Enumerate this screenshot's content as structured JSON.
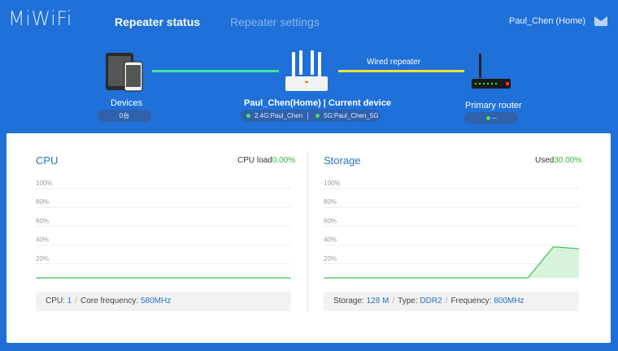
{
  "header": {
    "logo": "MiWiFi",
    "tabs": [
      {
        "label": "Repeater status",
        "active": true
      },
      {
        "label": "Repeater settings",
        "active": false
      }
    ],
    "user": "Paul_Chen (Home)",
    "mail_icon": "mail-icon"
  },
  "topology": {
    "devices": {
      "label": "Devices",
      "count": "0台"
    },
    "current": {
      "label": "Paul_Chen(Home) | Current device",
      "ssid_24": "2.4G:Paul_Chen",
      "ssid_5": "5G:Paul_Chen_5G"
    },
    "link_label": "Wired repeater",
    "primary": {
      "label": "Primary router"
    },
    "colors": {
      "link_green": "#3fe69c",
      "link_yellow": "#f4e03a",
      "status_dot": "#46e26a"
    }
  },
  "cpu": {
    "title": "CPU",
    "load_label": "CPU load",
    "load_value": "0.00%",
    "y_ticks": [
      "100%",
      "80%",
      "60%",
      "40%",
      "20%"
    ],
    "info": {
      "cpu_label": "CPU: ",
      "cpu_value": "1",
      "freq_label": "Core frequency: ",
      "freq_value": "580MHz"
    }
  },
  "storage": {
    "title": "Storage",
    "used_label": "Used",
    "used_value": "30.00%",
    "y_ticks": [
      "100%",
      "80%",
      "60%",
      "40%",
      "20%"
    ],
    "info": {
      "storage_label": "Storage: ",
      "storage_value": "128 M",
      "type_label": "Type: ",
      "type_value": "DDR2",
      "freq_label": "Frequency: ",
      "freq_value": "800MHz"
    }
  },
  "chart_data": [
    {
      "type": "line",
      "series": [
        {
          "values": [
            0,
            0,
            0,
            0,
            0,
            0,
            0
          ]
        }
      ],
      "ylim": [
        0,
        100
      ]
    },
    {
      "type": "area",
      "series": [
        {
          "values": [
            0,
            0,
            0,
            0,
            0,
            0,
            0,
            0,
            0,
            33,
            31
          ]
        }
      ],
      "ylim": [
        0,
        100
      ]
    }
  ]
}
